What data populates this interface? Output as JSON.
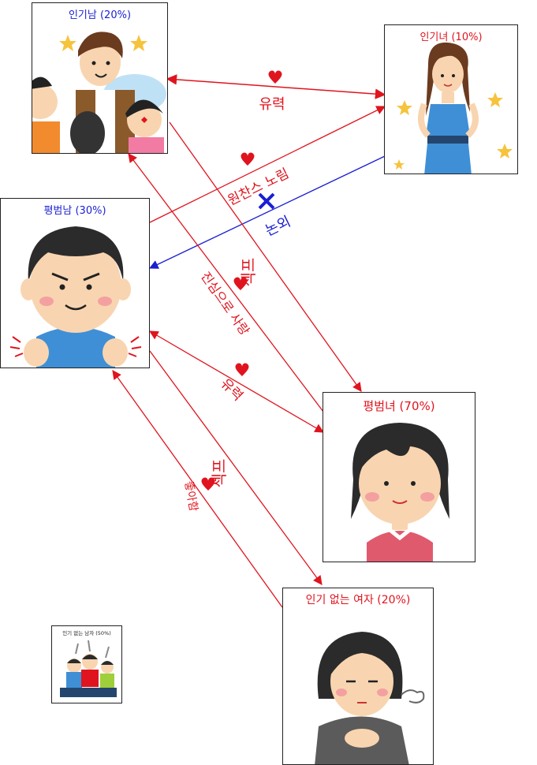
{
  "people": {
    "popular_man": {
      "label": "인기남 (20%)"
    },
    "popular_woman": {
      "label": "인기녀 (10%)"
    },
    "average_man": {
      "label": "평범남 (30%)"
    },
    "average_woman": {
      "label": "평범녀 (70%)"
    },
    "unpopular_woman": {
      "label": "인기 없는 여자 (20%)"
    },
    "unpopular_man": {
      "label": "인기 없는 남자 (50%)"
    }
  },
  "relations": {
    "pm_pw": "유력",
    "am_pw": "원찬스 노림",
    "pw_am": "논외",
    "pm_aw": "섹프",
    "aw_pm": "진심으로 사랑",
    "am_aw": "유력",
    "am_uw": "섹프",
    "uw_am": "좋아함"
  },
  "colors": {
    "red": "#e0141e",
    "blue": "#1a1fd1"
  }
}
